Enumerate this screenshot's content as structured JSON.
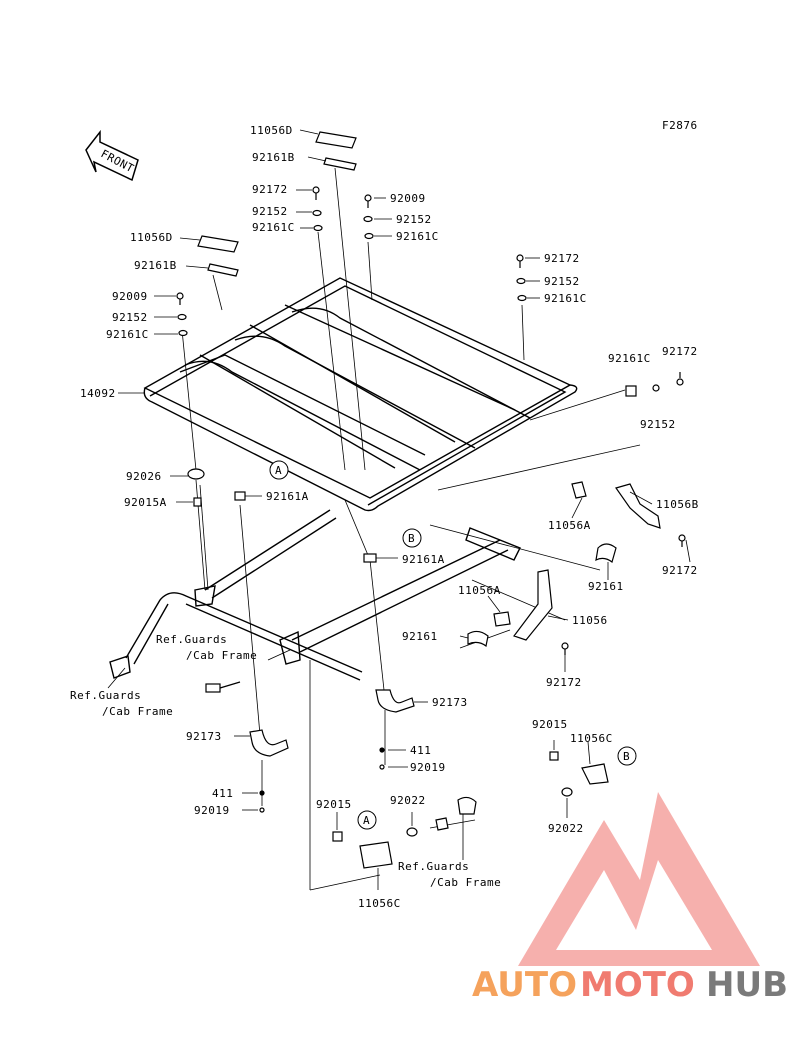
{
  "figure_code": "F2876",
  "front_arrow_text": "FRONT",
  "callouts": {
    "A": "A",
    "B": "B"
  },
  "labels": {
    "l_11056D_top": "11056D",
    "l_92161B_top": "92161B",
    "l_92172_top": "92172",
    "l_92152_top": "92152",
    "l_92161C_top": "92161C",
    "l_92009_top": "92009",
    "l_92152_top2": "92152",
    "l_92161C_top2": "92161C",
    "l_11056D_left": "11056D",
    "l_92161B_left": "92161B",
    "l_92009_left": "92009",
    "l_92152_left": "92152",
    "l_92161C_left": "92161C",
    "l_92172_right": "92172",
    "l_92152_right": "92152",
    "l_92161C_right": "92161C",
    "l_92161C_side": "92161C",
    "l_92172_side": "92172",
    "l_92152_side": "92152",
    "l_14092": "14092",
    "l_92026": "92026",
    "l_92015A": "92015A",
    "l_92161A_1": "92161A",
    "l_92161A_2": "92161A",
    "l_11056B": "11056B",
    "l_11056A_1": "11056A",
    "l_92161_r": "92161",
    "l_92172_r2": "92172",
    "l_11056A_2": "11056A",
    "l_11056": "11056",
    "l_92161_mid": "92161",
    "l_92172_mid": "92172",
    "l_ref1a": "Ref.Guards",
    "l_ref1b": "/Cab Frame",
    "l_ref2a": "Ref.Guards",
    "l_ref2b": "/Cab Frame",
    "l_92173_r": "92173",
    "l_411_r": "411",
    "l_92019_r": "92019",
    "l_92173_l": "92173",
    "l_411_l": "411",
    "l_92019_l": "92019",
    "l_92015_bl": "92015",
    "l_92022_bl": "92022",
    "l_ref3a": "Ref.Guards",
    "l_ref3b": "/Cab Frame",
    "l_11056C_bl": "11056C",
    "l_92015_br": "92015",
    "l_11056C_br": "11056C",
    "l_92022_br": "92022"
  },
  "watermark": {
    "part1": "AUTO",
    "part2": "MOTO",
    "part3": "HUB",
    "color_orange": "#f5a25c",
    "color_red": "#f07b70",
    "color_gray": "#7a7a7a"
  }
}
